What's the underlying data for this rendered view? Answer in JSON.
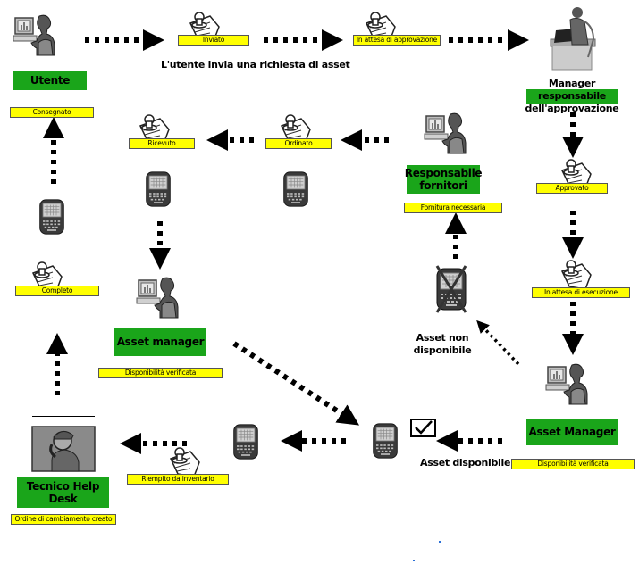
{
  "diagram": {
    "actors": {
      "utente": "Utente",
      "approval_manager": "Manager responsabile dell'approvazione",
      "supplier_manager_line1": "Responsabile",
      "supplier_manager_line2": "fornitori",
      "asset_manager_left": "Asset manager",
      "asset_manager_right": "Asset Manager",
      "help_desk_line1": "Tecnico Help",
      "help_desk_line2": "Desk"
    },
    "statuses": {
      "inviato": "Inviato",
      "in_attesa_approvazione": "In attesa di approvazione",
      "consegnato": "Consegnato",
      "ricevuto": "Ricevuto",
      "ordinato": "Ordinato",
      "approvato": "Approvato",
      "fornitura_necessaria": "Fornitura necessaria",
      "completo": "Completo",
      "in_attesa_esecuzione": "In attesa di esecuzione",
      "disponibilita_verificata_left": "Disponibilità verificata",
      "disponibilita_verificata_right": "Disponibilità verificata",
      "riempito_da_inventario": "Riempito da inventario",
      "ordine_cambiamento": "Ordine di cambiamento creato"
    },
    "captions": {
      "request": "L'utente invia una richiesta di asset",
      "not_available_line1": "Asset non",
      "not_available_line2": "disponibile",
      "available": "Asset disponibile"
    },
    "colors": {
      "actor_box": "#1aa51a",
      "status_label": "#ffff00",
      "arrow": "#000000"
    },
    "icons": {
      "user": "person-at-computer-icon",
      "manager": "businessman-at-laptop-icon",
      "document": "pushpin-document-icon",
      "device": "smartphone-icon",
      "device_unavailable": "crossed-out-smartphone-icon",
      "help_desk": "technician-with-headset-icon",
      "checkmark": "checkbox-checked-icon"
    }
  }
}
